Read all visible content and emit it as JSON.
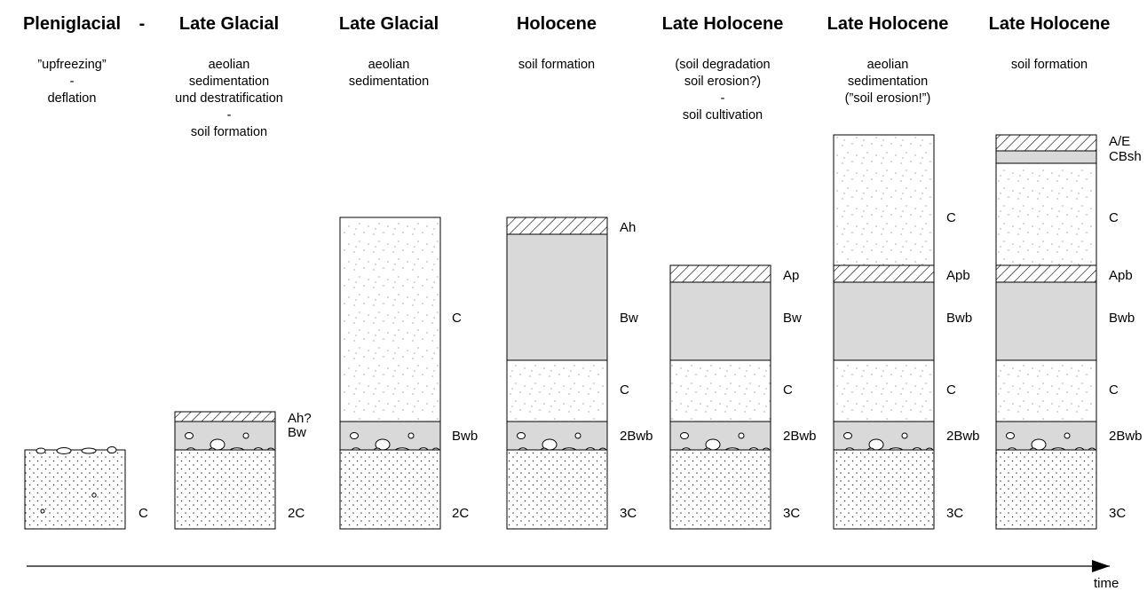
{
  "diagram": {
    "phases": [
      {
        "title": "Pleniglacial",
        "processes": [
          "”upfreezing”",
          "-",
          "deflation"
        ],
        "horizons": [
          {
            "label": "C",
            "fill": "stones"
          }
        ]
      },
      {
        "title": "Late Glacial",
        "processes": [
          "aeolian",
          "sedimentation",
          "und destratification",
          "-",
          "soil formation"
        ],
        "horizons": [
          {
            "label": "Ah?",
            "fill": "hatch"
          },
          {
            "label": "Bw",
            "fill": "gray-stones"
          },
          {
            "label": "2C",
            "fill": "dense-dots"
          }
        ]
      },
      {
        "title": "Late Glacial",
        "processes": [
          "aeolian",
          "sedimentation"
        ],
        "horizons": [
          {
            "label": "C",
            "fill": "sparse-dots"
          },
          {
            "label": "Bwb",
            "fill": "gray-stones"
          },
          {
            "label": "2C",
            "fill": "dense-dots"
          }
        ]
      },
      {
        "title": "Holocene",
        "processes": [
          "soil formation"
        ],
        "horizons": [
          {
            "label": "Ah",
            "fill": "hatch"
          },
          {
            "label": "Bw",
            "fill": "gray"
          },
          {
            "label": "C",
            "fill": "sparse-dots"
          },
          {
            "label": "2Bwb",
            "fill": "gray-stones"
          },
          {
            "label": "3C",
            "fill": "dense-dots"
          }
        ]
      },
      {
        "title": "Late Holocene",
        "processes": [
          "(soil degradation",
          "soil erosion?)",
          "-",
          "soil cultivation"
        ],
        "horizons": [
          {
            "label": "Ap",
            "fill": "hatch"
          },
          {
            "label": "Bw",
            "fill": "gray"
          },
          {
            "label": "C",
            "fill": "sparse-dots"
          },
          {
            "label": "2Bwb",
            "fill": "gray-stones"
          },
          {
            "label": "3C",
            "fill": "dense-dots"
          }
        ]
      },
      {
        "title": "Late Holocene",
        "processes": [
          "aeolian",
          "sedimentation",
          "(”soil erosion!”)"
        ],
        "horizons": [
          {
            "label": "C",
            "fill": "sparse-dots"
          },
          {
            "label": "Apb",
            "fill": "hatch"
          },
          {
            "label": "Bwb",
            "fill": "gray"
          },
          {
            "label": "C",
            "fill": "sparse-dots"
          },
          {
            "label": "2Bwb",
            "fill": "gray-stones"
          },
          {
            "label": "3C",
            "fill": "dense-dots"
          }
        ]
      },
      {
        "title": "Late Holocene",
        "processes": [
          "soil formation"
        ],
        "horizons": [
          {
            "label": "A/E",
            "fill": "hatch"
          },
          {
            "label": "CBsh",
            "fill": "gray"
          },
          {
            "label": "C",
            "fill": "sparse-dots"
          },
          {
            "label": "Apb",
            "fill": "hatch"
          },
          {
            "label": "Bwb",
            "fill": "gray"
          },
          {
            "label": "C",
            "fill": "sparse-dots"
          },
          {
            "label": "2Bwb",
            "fill": "gray-stones"
          },
          {
            "label": "3C",
            "fill": "dense-dots"
          }
        ]
      }
    ],
    "title_separator": "-",
    "time_label": "time",
    "colors": {
      "horizon_gray": "#d9d9d9",
      "line": "#000000",
      "background": "#ffffff"
    }
  }
}
